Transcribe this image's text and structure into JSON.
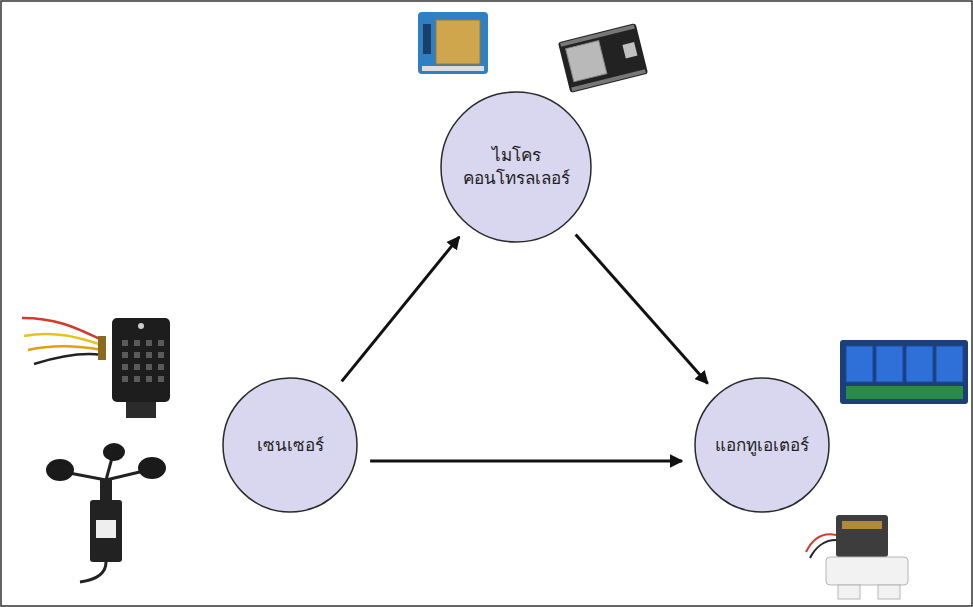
{
  "diagram": {
    "nodes": [
      {
        "text": [
          "ไมโคร คอนโทรลเลอร์"
        ]
      },
      {
        "text": [
          "เซนเซอร์"
        ]
      },
      {
        "text": [
          "แอกทูเอเตอร์"
        ]
      }
    ],
    "edges": [
      {
        "from": 1,
        "to": 0,
        "arrow": "to"
      },
      {
        "from": 0,
        "to": 2,
        "arrow": "to"
      },
      {
        "from": 1,
        "to": 2,
        "arrow": "to"
      }
    ]
  }
}
